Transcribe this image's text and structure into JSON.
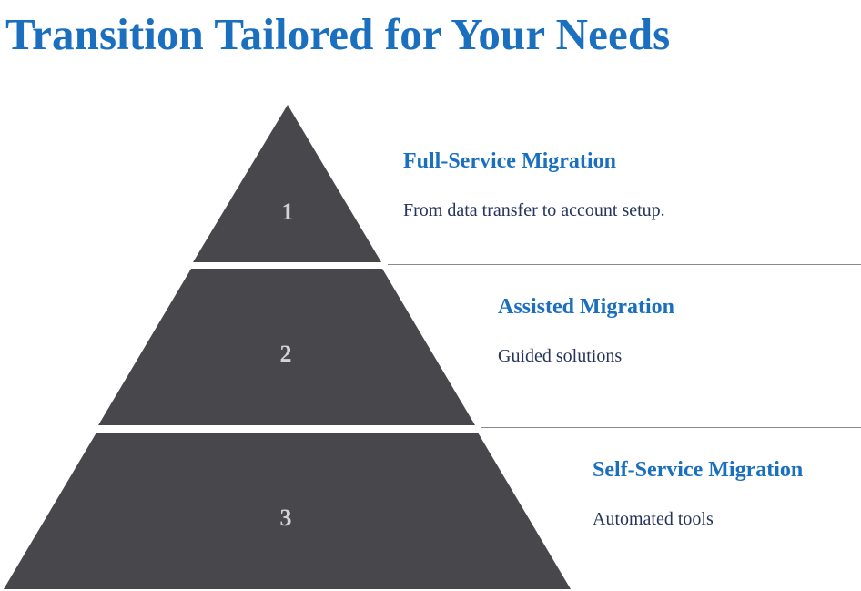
{
  "title": "Transition Tailored for Your Needs",
  "colors": {
    "title": "#1a6fbf",
    "heading": "#1a6fbf",
    "description": "#25345a",
    "pyramid_fill": "#48474b",
    "tier_number": "#d4d4d4",
    "divider": "#8a8a8a"
  },
  "tiers": [
    {
      "number": "1",
      "heading": "Full-Service Migration",
      "description": "From data transfer to account setup."
    },
    {
      "number": "2",
      "heading": "Assisted Migration",
      "description": "Guided solutions"
    },
    {
      "number": "3",
      "heading": "Self-Service Migration",
      "description": "Automated tools"
    }
  ]
}
